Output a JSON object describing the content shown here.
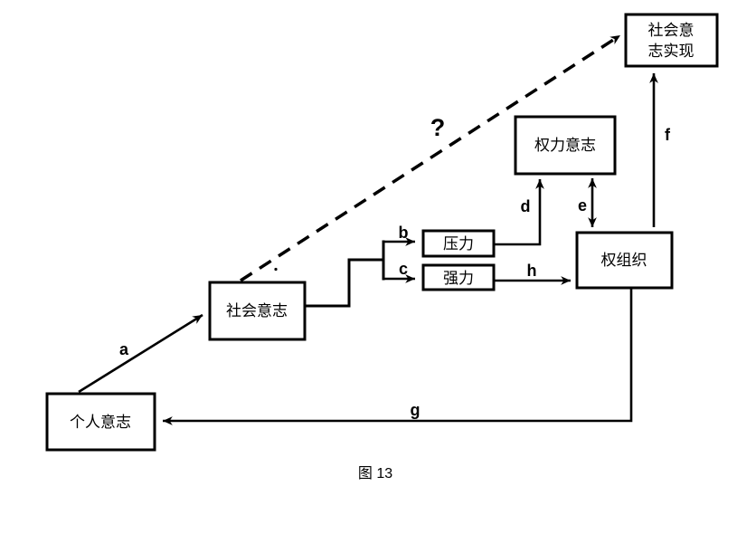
{
  "figure": {
    "caption": "图 13"
  },
  "boxes": {
    "social_will_realized": {
      "line1": "社会意",
      "line2": "志实现"
    },
    "power_will": {
      "label": "权力意志"
    },
    "pressure": {
      "label": "压力"
    },
    "force": {
      "label": "强力"
    },
    "power_org": {
      "label": "权组织"
    },
    "social_will": {
      "label": "社会意志"
    },
    "personal_will": {
      "label": "个人意志"
    }
  },
  "edges": {
    "a": {
      "label": "a"
    },
    "b": {
      "label": "b"
    },
    "c": {
      "label": "c"
    },
    "d": {
      "label": "d"
    },
    "e": {
      "label": "e"
    },
    "f": {
      "label": "f"
    },
    "g": {
      "label": "g"
    },
    "h": {
      "label": "h"
    },
    "question": {
      "label": "?"
    }
  },
  "colors": {
    "line": "#000000",
    "text": "#000000",
    "background": "#ffffff"
  }
}
